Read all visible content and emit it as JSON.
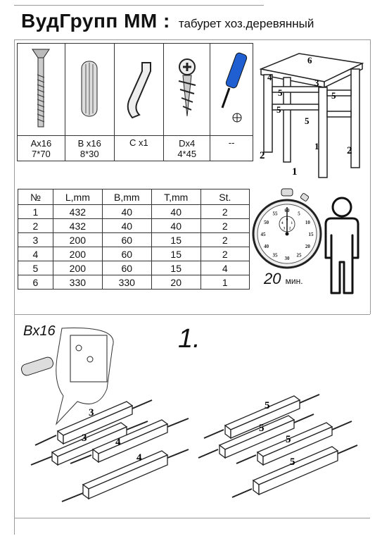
{
  "header": {
    "brand": "ВудГрупп ММ :",
    "subtitle": "табурет хоз.деревянный"
  },
  "hardware": [
    {
      "icon": "bolt-icon",
      "label1": "Ax16",
      "label2": "7*70"
    },
    {
      "icon": "dowel-icon",
      "label1": "B x16",
      "label2": "8*30"
    },
    {
      "icon": "hex-key-icon",
      "label1": "C x1",
      "label2": ""
    },
    {
      "icon": "screw-icon",
      "label1": "Dx4",
      "label2": "4*45"
    },
    {
      "icon": "screwdriver-icon",
      "label1": "--",
      "label2": ""
    }
  ],
  "stool_labels": {
    "l1": "1",
    "l1b": "1",
    "l2": "2",
    "l2b": "2",
    "l3": "3",
    "l4": "4",
    "l5a": "5",
    "l5b": "5",
    "l5c": "5",
    "l5d": "5",
    "l6": "6"
  },
  "parts_table": {
    "headers": [
      "№",
      "L,mm",
      "B,mm",
      "T,mm",
      "St."
    ],
    "rows": [
      [
        "1",
        "432",
        "40",
        "40",
        "2"
      ],
      [
        "2",
        "432",
        "40",
        "40",
        "2"
      ],
      [
        "3",
        "200",
        "60",
        "15",
        "2"
      ],
      [
        "4",
        "200",
        "60",
        "15",
        "2"
      ],
      [
        "5",
        "200",
        "60",
        "15",
        "4"
      ],
      [
        "6",
        "330",
        "330",
        "20",
        "1"
      ]
    ]
  },
  "stopwatch": {
    "dial": [
      "60",
      "5",
      "10",
      "15",
      "20",
      "25",
      "30",
      "35",
      "40",
      "45",
      "50",
      "55"
    ],
    "inner": [
      "0",
      "1",
      "2",
      "3",
      "4"
    ]
  },
  "assembly_time": {
    "value": "20",
    "unit": "мин."
  },
  "step": {
    "number": "1.",
    "callout": "Bx16",
    "left_beams": [
      "3",
      "3",
      "4",
      "4"
    ],
    "right_beams": [
      "5",
      "5",
      "5",
      "5"
    ]
  }
}
